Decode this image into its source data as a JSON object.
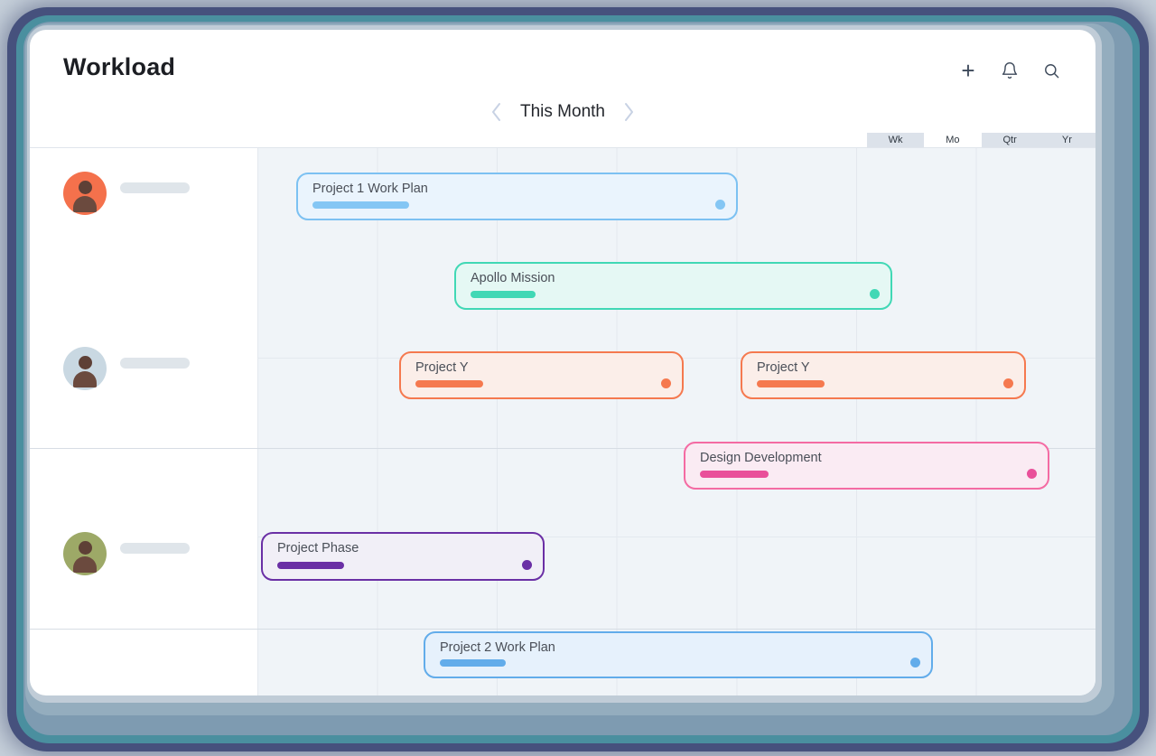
{
  "header": {
    "title": "Workload",
    "actions": {
      "add_label": "+",
      "notifications_icon": "bell",
      "search_icon": "magnifier"
    }
  },
  "period_nav": {
    "label": "This Month",
    "prev_icon": "chevron-left",
    "next_icon": "chevron-right"
  },
  "view_toggle": {
    "options": [
      {
        "label": "Wk",
        "selected": false
      },
      {
        "label": "Mo",
        "selected": true
      },
      {
        "label": "Qtr",
        "selected": false
      },
      {
        "label": "Yr",
        "selected": false
      }
    ]
  },
  "colors": {
    "frame_navy": "#46517D",
    "frame_teal": "#4A8F9F",
    "grid_bg": "#F0F4F8",
    "toggle_bg": "#DCE2EA"
  },
  "lanes": [
    {
      "avatar_bg": "#F4714C",
      "tasks": [
        {
          "label": "Project 1 Work Plan",
          "border": "#7CC1F2",
          "fill": "#EAF4FD",
          "accent": "#84C6F4",
          "progress": "22%"
        },
        {
          "label": "Apollo Mission",
          "border": "#41D8B5",
          "fill": "#E5F8F4",
          "accent": "#41D8B5",
          "progress": "15%"
        }
      ]
    },
    {
      "avatar_bg": "#C9D8E2",
      "tasks": [
        {
          "label": "Project Y",
          "border": "#F5794F",
          "fill": "#FBEEE9",
          "accent": "#F5794F",
          "progress": "24%"
        },
        {
          "label": "Project Y",
          "border": "#F5794F",
          "fill": "#FBEEE9",
          "accent": "#F5794F",
          "progress": "24%"
        },
        {
          "label": "Design Development",
          "border": "#F46BA3",
          "fill": "#FAEBF3",
          "accent": "#E9509A",
          "progress": "19%"
        }
      ]
    },
    {
      "avatar_bg": "#9DA967",
      "tasks": [
        {
          "label": "Project Phase",
          "border": "#6A2FA5",
          "fill": "#F1EFF7",
          "accent": "#6A2FA5",
          "progress": "24%"
        },
        {
          "label": "Project 2 Work Plan",
          "border": "#62ACEA",
          "fill": "#E6F1FC",
          "accent": "#62ACEA",
          "progress": "13%"
        }
      ]
    }
  ]
}
